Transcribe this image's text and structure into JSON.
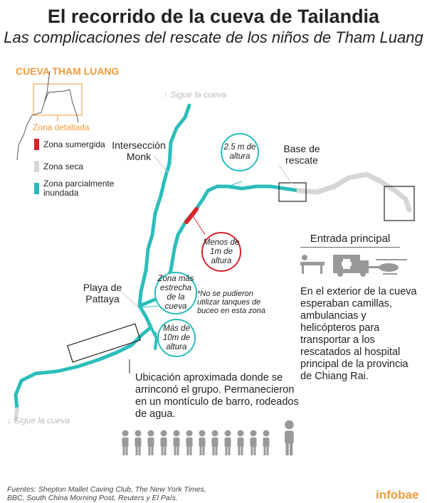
{
  "header": {
    "title": "El recorrido de la cueva de Tailandia",
    "subtitle": "Las complicaciones del rescate de los niños de Tham Luang"
  },
  "inset": {
    "title": "CUEVA THAM LUANG",
    "detail_label": "Zona detallada"
  },
  "legend": [
    {
      "label": "Zona sumergida",
      "color": "#d9232a"
    },
    {
      "label": "Zona seca",
      "color": "#d6d6d6"
    },
    {
      "label": "Zona parcialmente inundada",
      "color": "#2bbdbb"
    }
  ],
  "map": {
    "continue_top": "↑ Sigue la cueva",
    "continue_bottom": "↓ Sigue la cueva",
    "monk": "Intersección Monk",
    "pattaya": "Playa de Pattaya",
    "base": "Base de rescate",
    "circle_25m": "2.5 m de altura",
    "circle_1m": "Menos de 1m de altura",
    "circle_narrow": "Zona más estrecha de la cueva",
    "circle_10m": "Más de 10m de altura",
    "note": "*No se pudieron utilizar tanques de buceo en esta zona",
    "group_location": "Ubicación aproximada donde se arrinconó el grupo. Permanecieron en un montículo de barro, rodeados de agua."
  },
  "entrance": {
    "title": "Entrada principal",
    "icons": [
      "stretcher-icon",
      "ambulance-icon",
      "helicopter-icon"
    ],
    "text": "En el exterior de la cueva esperaban camillas, ambulancias y helicópteros para transportar a los rescatados al hospital principal de la provincia de Chiang  Rai."
  },
  "people": {
    "children": 12,
    "adults": 1
  },
  "footer": {
    "sources": "Fuentes: Shepton Mallet Caving Club, The New York Times, BBC, South China Morning Post, Reuters y El País.",
    "brand": "infobae"
  }
}
